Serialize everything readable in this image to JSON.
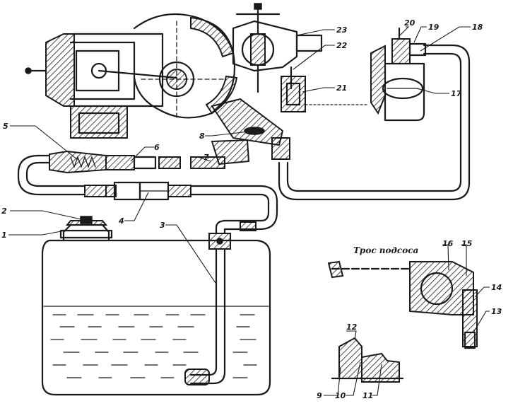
{
  "diagram": {
    "callouts": {
      "c1": "1",
      "c2": "2",
      "c3": "3",
      "c4": "4",
      "c5": "5",
      "c6": "6",
      "c7": "7",
      "c8": "8",
      "c9": "9",
      "c10": "10",
      "c11": "11",
      "c12": "12",
      "c13": "13",
      "c14": "14",
      "c15": "15",
      "c16": "16",
      "c17": "17",
      "c18": "18",
      "c19": "19",
      "c20": "20",
      "c21": "21",
      "c22": "22",
      "c23": "23"
    },
    "choke_cable_label": "Трос подсоса"
  }
}
